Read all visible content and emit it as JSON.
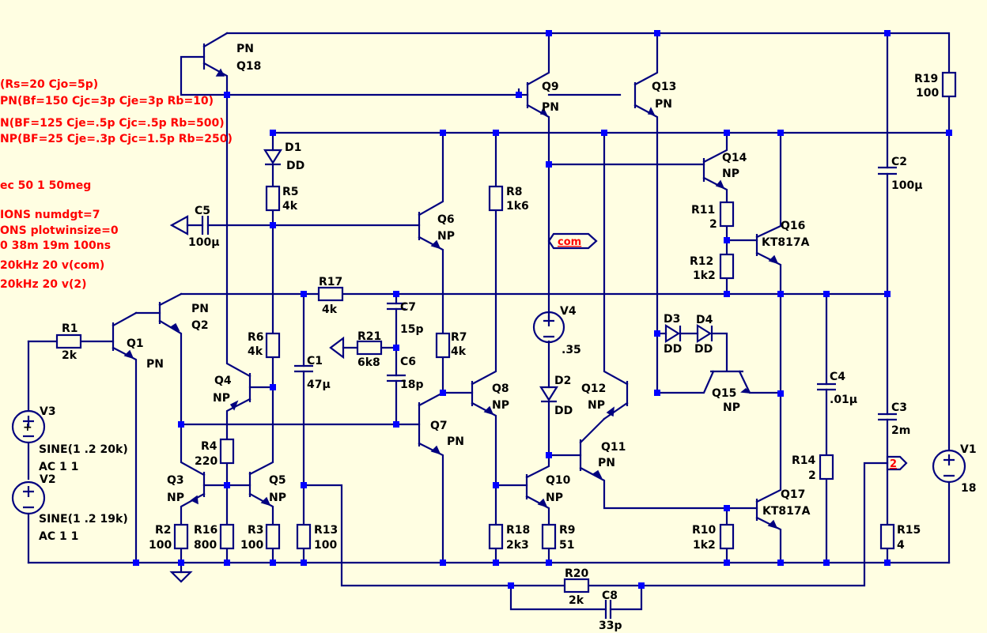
{
  "colors": {
    "background": "#fffee2",
    "wire": "#00007f",
    "junction": "#0000ff",
    "directive": "#ff0000",
    "label": "#000000"
  },
  "directives": [
    "(Rs=20 Cjo=5p)",
    "PN(Bf=150 Cjc=3p Cje=3p Rb=10)",
    "N(BF=125 Cje=.5p Cjc=.5p Rb=500)",
    "NP(BF=25 Cje=.3p Cjc=1.5p Rb=250)",
    "ec 50 1 50meg",
    "IONS numdgt=7",
    "ONS plotwinsize=0",
    "0 38m 19m 100ns",
    "20kHz 20 v(com)",
    " 20kHz 20 v(2)"
  ],
  "netlabels": {
    "com": "com",
    "out": "2"
  },
  "components": {
    "Q18": {
      "ref": "Q18",
      "model": "PN"
    },
    "Q9": {
      "ref": "Q9",
      "model": "PN"
    },
    "Q13": {
      "ref": "Q13",
      "model": "PN"
    },
    "R19": {
      "ref": "R19",
      "value": "100"
    },
    "D1": {
      "ref": "D1",
      "value": "DD"
    },
    "R5": {
      "ref": "R5",
      "value": "4k"
    },
    "Q6": {
      "ref": "Q6",
      "model": "NP"
    },
    "R8": {
      "ref": "R8",
      "value": "1k6"
    },
    "Q14": {
      "ref": "Q14",
      "model": "NP"
    },
    "C2": {
      "ref": "C2",
      "value": "100µ"
    },
    "C5": {
      "ref": "C5",
      "value": "100µ"
    },
    "R11": {
      "ref": "R11",
      "value": "2"
    },
    "Q16": {
      "ref": "Q16",
      "model": "KT817A"
    },
    "R12": {
      "ref": "R12",
      "value": "1k2"
    },
    "R17": {
      "ref": "R17",
      "value": "4k"
    },
    "Q2": {
      "ref": "Q2",
      "model": "PN"
    },
    "C7": {
      "ref": "C7",
      "value": "15p"
    },
    "V4": {
      "ref": "V4",
      "value": ".35"
    },
    "D3": {
      "ref": "D3",
      "value": "DD"
    },
    "D4": {
      "ref": "D4",
      "value": "DD"
    },
    "R1": {
      "ref": "R1",
      "value": "2k"
    },
    "Q1": {
      "ref": "Q1",
      "model": "PN"
    },
    "R6": {
      "ref": "R6",
      "value": "4k"
    },
    "R21": {
      "ref": "R21",
      "value": "6k8"
    },
    "C6": {
      "ref": "C6",
      "value": "18p"
    },
    "R7": {
      "ref": "R7",
      "value": "4k"
    },
    "C1": {
      "ref": "C1",
      "value": "47µ"
    },
    "Q4": {
      "ref": "Q4",
      "model": "NP"
    },
    "D2": {
      "ref": "D2",
      "value": "DD"
    },
    "Q8": {
      "ref": "Q8",
      "model": "NP"
    },
    "Q12": {
      "ref": "Q12",
      "model": "NP"
    },
    "Q15": {
      "ref": "Q15",
      "model": "NP"
    },
    "C4": {
      "ref": "C4",
      "value": ".01µ"
    },
    "V3": {
      "ref": "V3",
      "value": "SINE(1 .2 20k)",
      "ac": "AC 1 1"
    },
    "Q7": {
      "ref": "Q7",
      "model": "PN"
    },
    "C3": {
      "ref": "C3",
      "value": "2m"
    },
    "R4": {
      "ref": "R4",
      "value": "220"
    },
    "Q11": {
      "ref": "Q11",
      "model": "PN"
    },
    "V1": {
      "ref": "V1",
      "value": "18"
    },
    "R14": {
      "ref": "R14",
      "value": "2"
    },
    "V2": {
      "ref": "V2",
      "value": "SINE(1 .2 19k)",
      "ac": "AC 1 1"
    },
    "Q3": {
      "ref": "Q3",
      "model": "NP"
    },
    "Q5": {
      "ref": "Q5",
      "model": "NP"
    },
    "Q10": {
      "ref": "Q10",
      "model": "NP"
    },
    "Q17": {
      "ref": "Q17",
      "model": "KT817A"
    },
    "R2": {
      "ref": "R2",
      "value": "100"
    },
    "R16": {
      "ref": "R16",
      "value": "800"
    },
    "R3": {
      "ref": "R3",
      "value": "100"
    },
    "R13": {
      "ref": "R13",
      "value": "100"
    },
    "R18": {
      "ref": "R18",
      "value": "2k3"
    },
    "R9": {
      "ref": "R9",
      "value": "51"
    },
    "R10": {
      "ref": "R10",
      "value": "1k2"
    },
    "R15": {
      "ref": "R15",
      "value": "4"
    },
    "R20": {
      "ref": "R20",
      "value": "2k"
    },
    "C8": {
      "ref": "C8",
      "value": "33p"
    }
  }
}
